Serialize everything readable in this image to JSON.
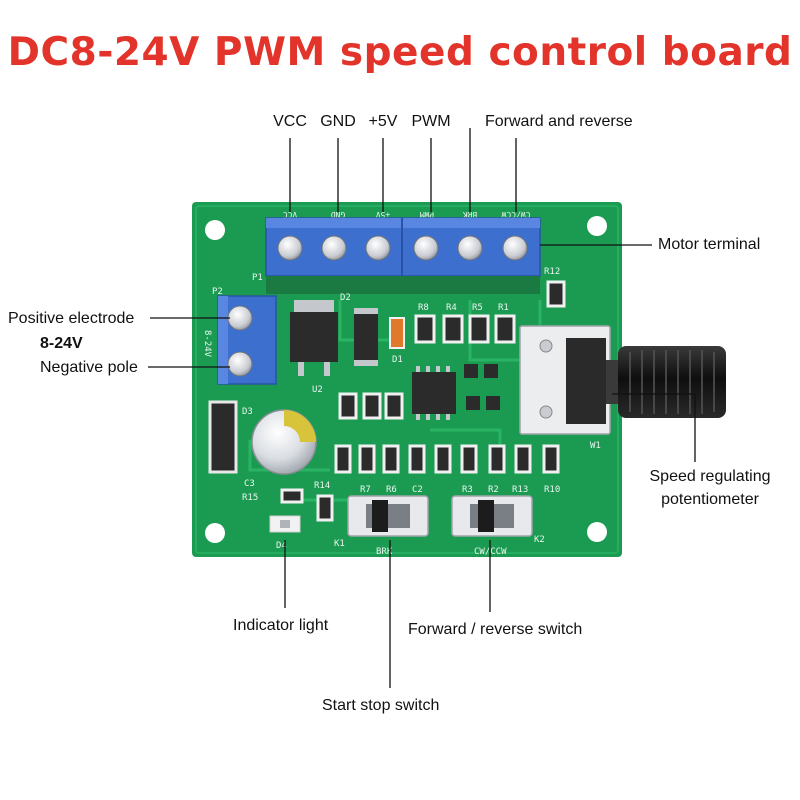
{
  "title": "DC8-24V PWM speed control board",
  "terminal_labels": {
    "vcc": "VCC",
    "gnd": "GND",
    "plus5v": "+5V",
    "pwm": "PWM",
    "forward_reverse": "Forward and reverse"
  },
  "callouts": {
    "motor_terminal": "Motor terminal",
    "positive_electrode": "Positive electrode",
    "voltage": "8-24V",
    "negative_pole": "Negative pole",
    "speed_line1": "Speed regulating",
    "speed_line2": "potentiometer",
    "indicator_light": "Indicator light",
    "fr_switch": "Forward / reverse switch",
    "start_stop": "Start stop switch"
  },
  "silkscreen": {
    "header_labels": [
      "VCC",
      "GND",
      "+5V",
      "PWM",
      "BRK",
      "CW/CCW"
    ],
    "p1": "P1",
    "p2": "P2",
    "p2_voltage": "8-24V",
    "r12": "R12",
    "r8": "R8",
    "r4": "R4",
    "r5": "R5",
    "r1": "R1",
    "d2": "D2",
    "u2": "U2",
    "d1": "D1",
    "d3": "D3",
    "c3": "C3",
    "r15": "R15",
    "r14": "R14",
    "d4": "D4",
    "k1": "K1",
    "k2": "K2",
    "brk": "BRK",
    "cwccw": "CW/CCW",
    "w1": "W1",
    "bottom_row": [
      "R7",
      "R6",
      "C2",
      "R3",
      "R2",
      "R13",
      "R10"
    ]
  },
  "colors": {
    "title": "#e2342a",
    "pcb": "#1b9a52",
    "terminal": "#3d6fcf",
    "screw": "#c9ccd2",
    "chip": "#2b2b2b"
  }
}
